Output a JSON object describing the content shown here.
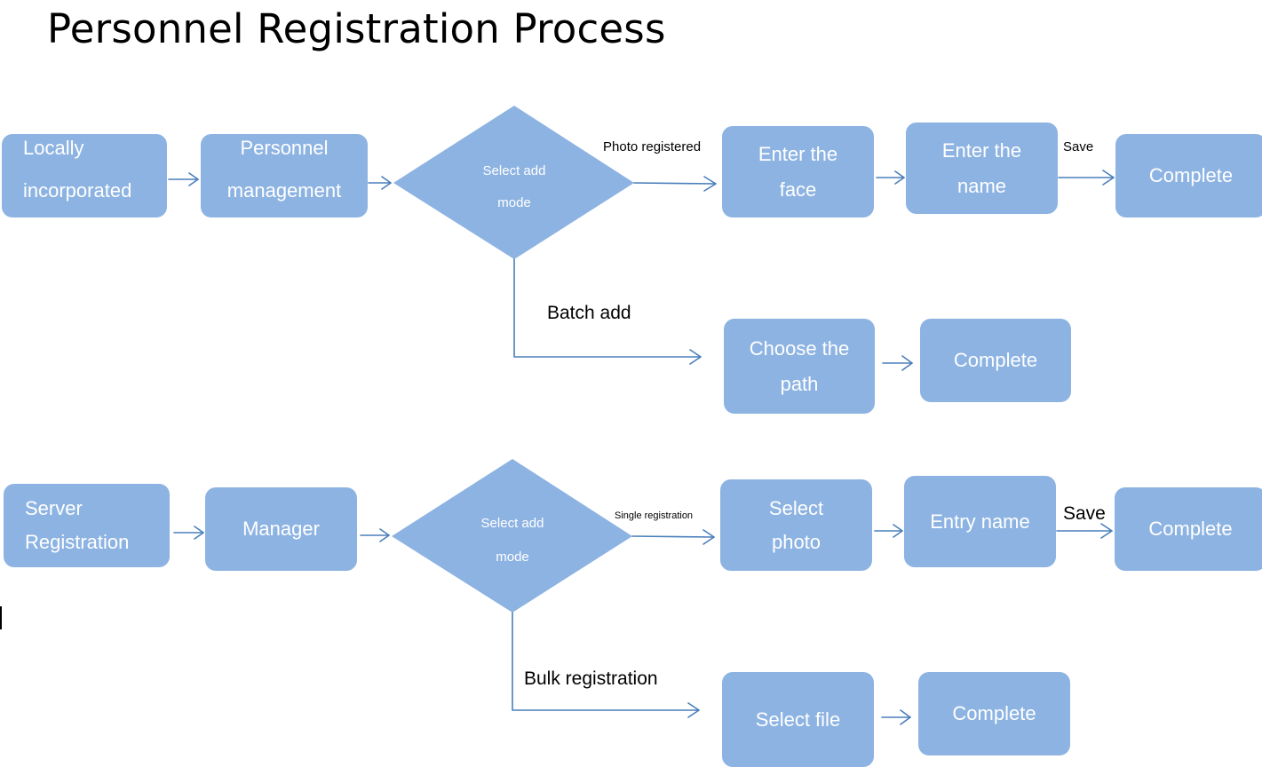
{
  "title": "Personnel Registration Process",
  "colors": {
    "node_fill": "#8db3e2",
    "node_text": "#ffffff",
    "connector": "#4a7ebb"
  },
  "flow_local": {
    "start": [
      "Locally",
      "incorporated"
    ],
    "personnel": [
      "Personnel",
      "management"
    ],
    "decision": [
      "Select add",
      "mode"
    ],
    "branch_photo_label": "Photo registered",
    "enter_face": [
      "Enter the",
      "face"
    ],
    "enter_name": [
      "Enter the",
      "name"
    ],
    "save_label": "Save",
    "complete_1": "Complete",
    "branch_batch_label": "Batch add",
    "choose_path": [
      "Choose the",
      "path"
    ],
    "complete_2": "Complete"
  },
  "flow_server": {
    "start": [
      "Server",
      "Registration"
    ],
    "manager": "Manager",
    "decision": [
      "Select add",
      "mode"
    ],
    "branch_single_label": "Single registration",
    "select_photo": [
      "Select",
      "photo"
    ],
    "entry_name": "Entry name",
    "save_label": "Save",
    "complete_1": "Complete",
    "branch_bulk_label": "Bulk registration",
    "select_file": "Select file",
    "complete_2": "Complete"
  }
}
